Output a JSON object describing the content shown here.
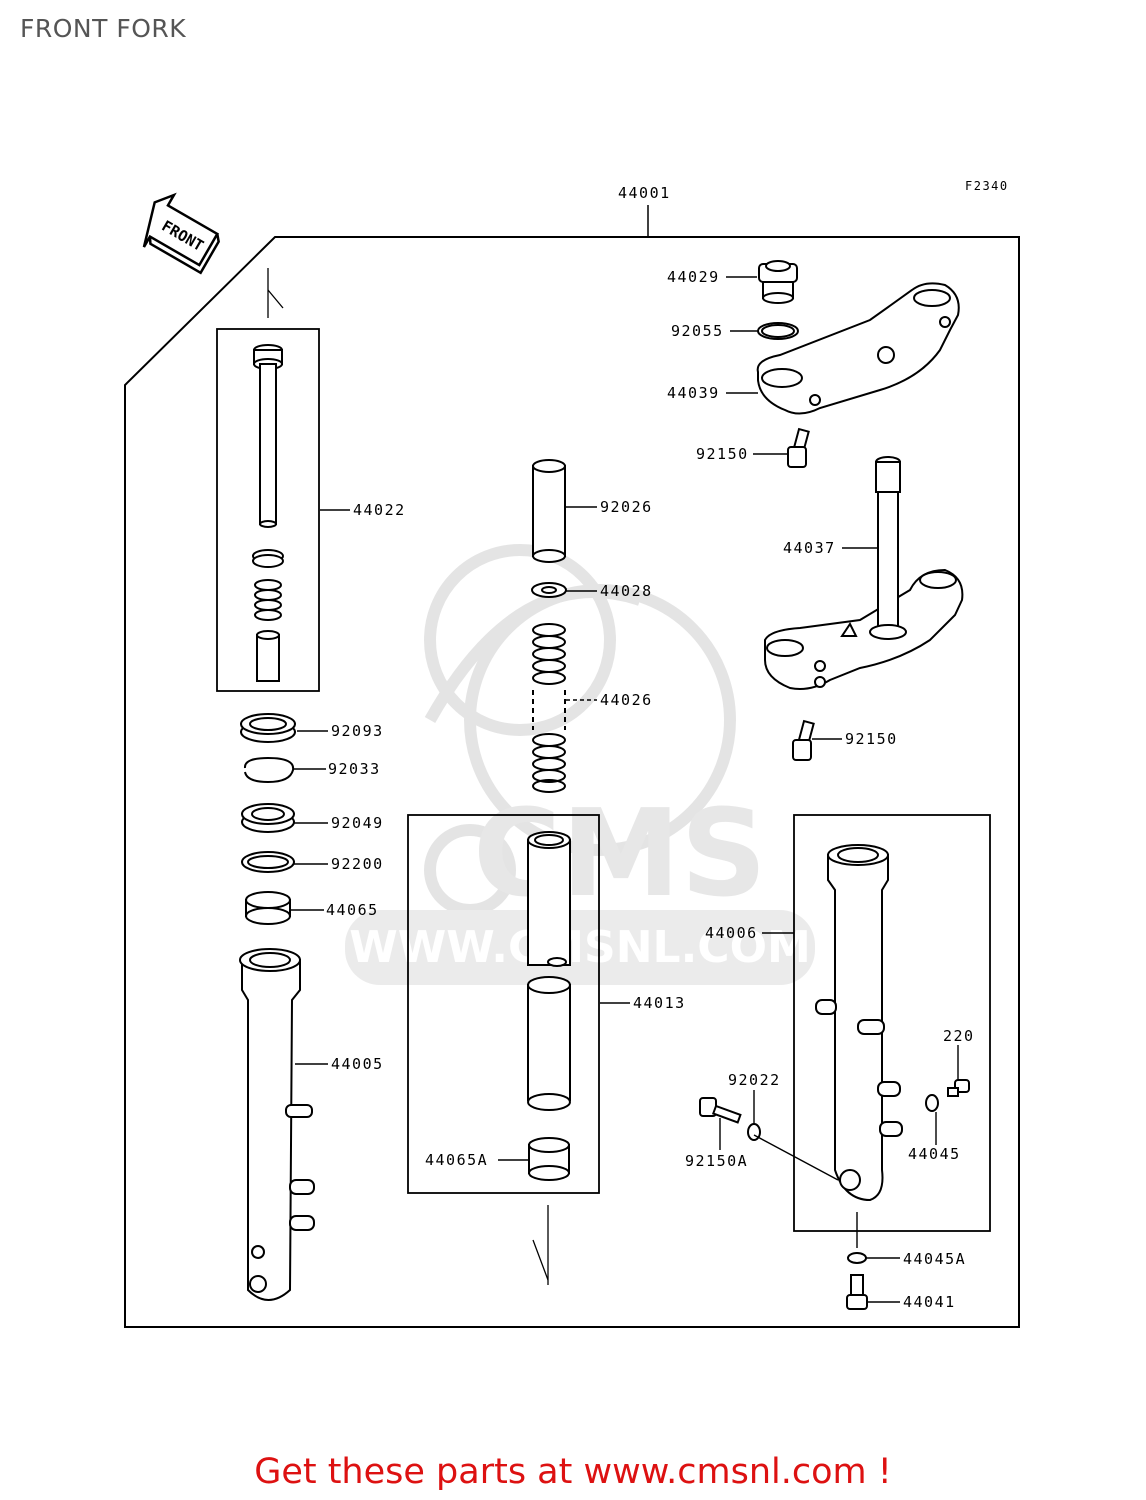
{
  "page": {
    "title": "FRONT FORK",
    "promo": "Get these parts at www.cmsnl.com !"
  },
  "diagram": {
    "code": "F2340",
    "front_label": "FRONT",
    "assembly": "44001",
    "parts": [
      "44029",
      "92055",
      "44039",
      "92150",
      "44037",
      "92150",
      "44022",
      "92026",
      "44028",
      "44026",
      "92093",
      "92033",
      "92049",
      "92200",
      "44065",
      "44005",
      "44013",
      "44065A",
      "44006",
      "220",
      "92022",
      "92150A",
      "44045",
      "44045A",
      "44041"
    ]
  },
  "watermark": {
    "brand": "CMS",
    "url": "WWW.CMSNL.COM"
  }
}
